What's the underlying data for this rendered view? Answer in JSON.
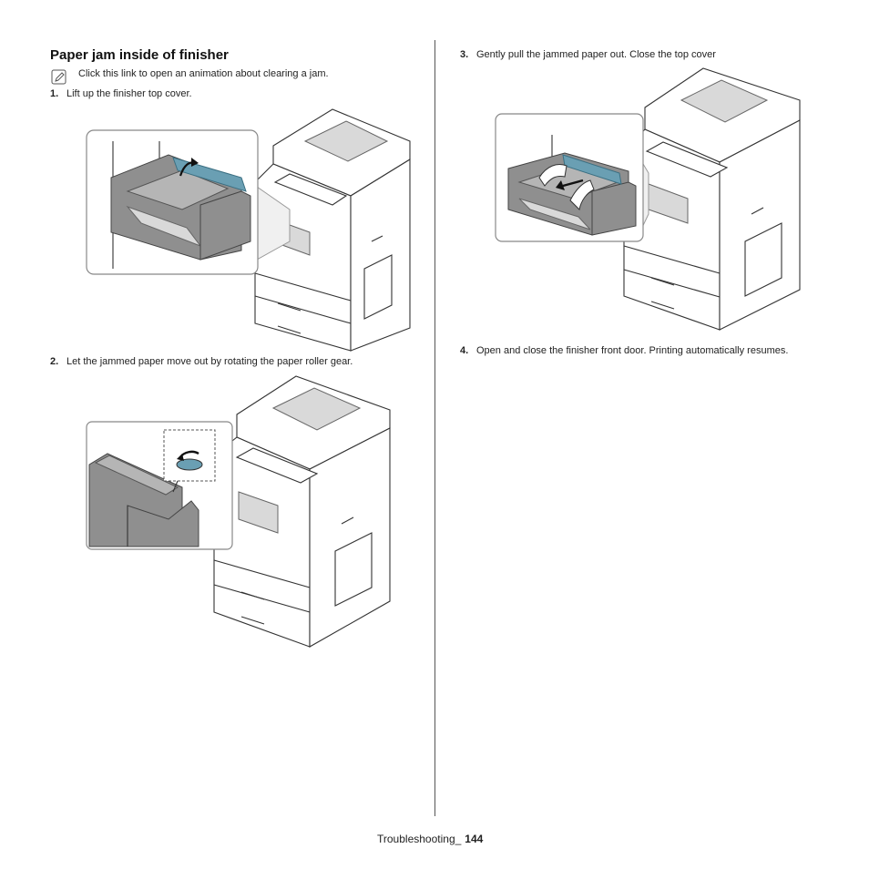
{
  "section": {
    "title": "Paper jam inside of finisher"
  },
  "note": {
    "text": "Click this link to open an animation about clearing a jam.",
    "icon": "note-pencil-icon"
  },
  "steps": [
    {
      "num": "1.",
      "text": "Lift up the finisher top cover."
    },
    {
      "num": "2.",
      "text": "Let the jammed paper move out by rotating the paper roller gear."
    },
    {
      "num": "3.",
      "text": "Gently pull the jammed paper out. Close the top cover"
    },
    {
      "num": "4.",
      "text": "Open and close the finisher front door. Printing automatically resumes."
    }
  ],
  "footer": {
    "section": "Troubleshooting_",
    "page": "144"
  },
  "colors": {
    "paper": "#6a9fb3",
    "finisher": "#8f8f8f",
    "text": "#222222"
  }
}
